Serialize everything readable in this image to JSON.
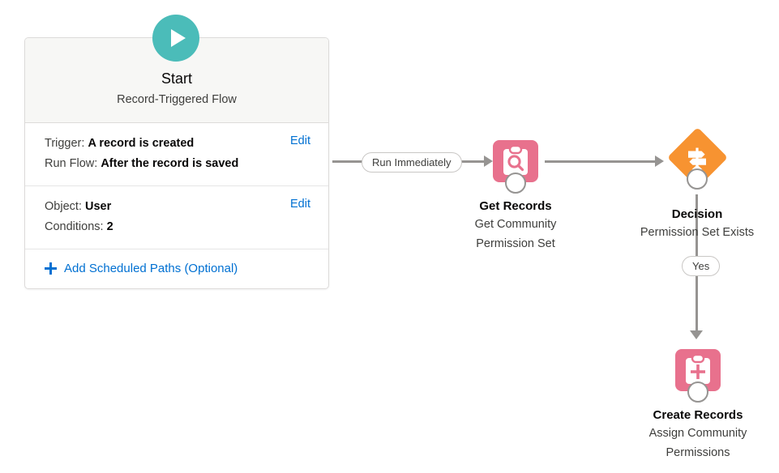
{
  "start": {
    "play_icon": "play-icon",
    "title": "Start",
    "subtitle": "Record-Triggered Flow",
    "trigger_section": {
      "trigger_label": "Trigger:",
      "trigger_value": "A record is created",
      "runflow_label": "Run Flow:",
      "runflow_value": "After the record is saved",
      "edit_label": "Edit"
    },
    "object_section": {
      "object_label": "Object:",
      "object_value": "User",
      "conditions_label": "Conditions:",
      "conditions_value": "2",
      "edit_label": "Edit"
    },
    "scheduled_paths_label": "Add Scheduled Paths (Optional)"
  },
  "connectors": {
    "run_immediately": "Run Immediately",
    "yes": "Yes"
  },
  "nodes": {
    "get_records": {
      "icon": "clipboard-search-icon",
      "type_label": "Get Records",
      "name_line1": "Get Community",
      "name_line2": "Permission Set"
    },
    "decision": {
      "icon": "signpost-icon",
      "type_label": "Decision",
      "name_line1": "Permission Set Exists"
    },
    "create_records": {
      "icon": "clipboard-plus-icon",
      "type_label": "Create Records",
      "name_line1": "Assign Community",
      "name_line2": "Permissions"
    }
  },
  "colors": {
    "start_accent": "#4bbcb9",
    "record_node": "#e8718d",
    "decision_node": "#f79331",
    "connector": "#969492",
    "link": "#0070d2"
  }
}
